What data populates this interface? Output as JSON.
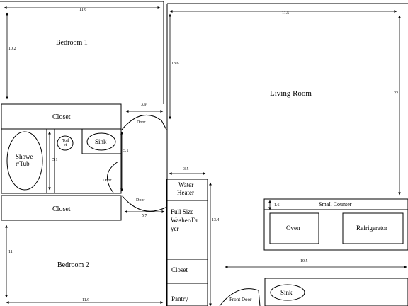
{
  "rooms": {
    "bedroom1": "Bedroom 1",
    "bedroom2": "Bedroom 2",
    "living_room": "Living Room",
    "closet_top": "Closet",
    "closet_bottom": "Closet",
    "closet_mid": "Closet",
    "shower_line1": "Showe",
    "shower_line2": "r/Tub",
    "toilet_line1": "Toil",
    "toilet_line2": "et",
    "sink_bath": "Sink",
    "sink_kitchen": "Sink",
    "water_heater_line1": "Water",
    "water_heater_line2": "Heater",
    "washer_line1": "Full Size",
    "washer_line2": "Washer/Dr",
    "washer_line3": "yer",
    "pantry": "Pantry",
    "small_counter": "Small Counter",
    "oven": "Oven",
    "refrigerator": "Refrigerator"
  },
  "doors": {
    "door1": "Door",
    "door2": "Door",
    "door3": "Door",
    "front_door": "Front Door"
  },
  "dimensions": {
    "bedroom1_width": "11.6",
    "bedroom1_height": "10.2",
    "living_width": "11.5",
    "living_height": "22",
    "hall_upper": "13.6",
    "door_gap": "3.9",
    "bath_height": "5.1",
    "bath_height2": "5.1",
    "water_heater_width": "3.5",
    "door_gap2": "5.7",
    "utility_height": "13.4",
    "counter_depth": "1.6",
    "kitchen_width": "10.5",
    "bedroom2_height": "11",
    "bedroom2_width": "11.9"
  }
}
